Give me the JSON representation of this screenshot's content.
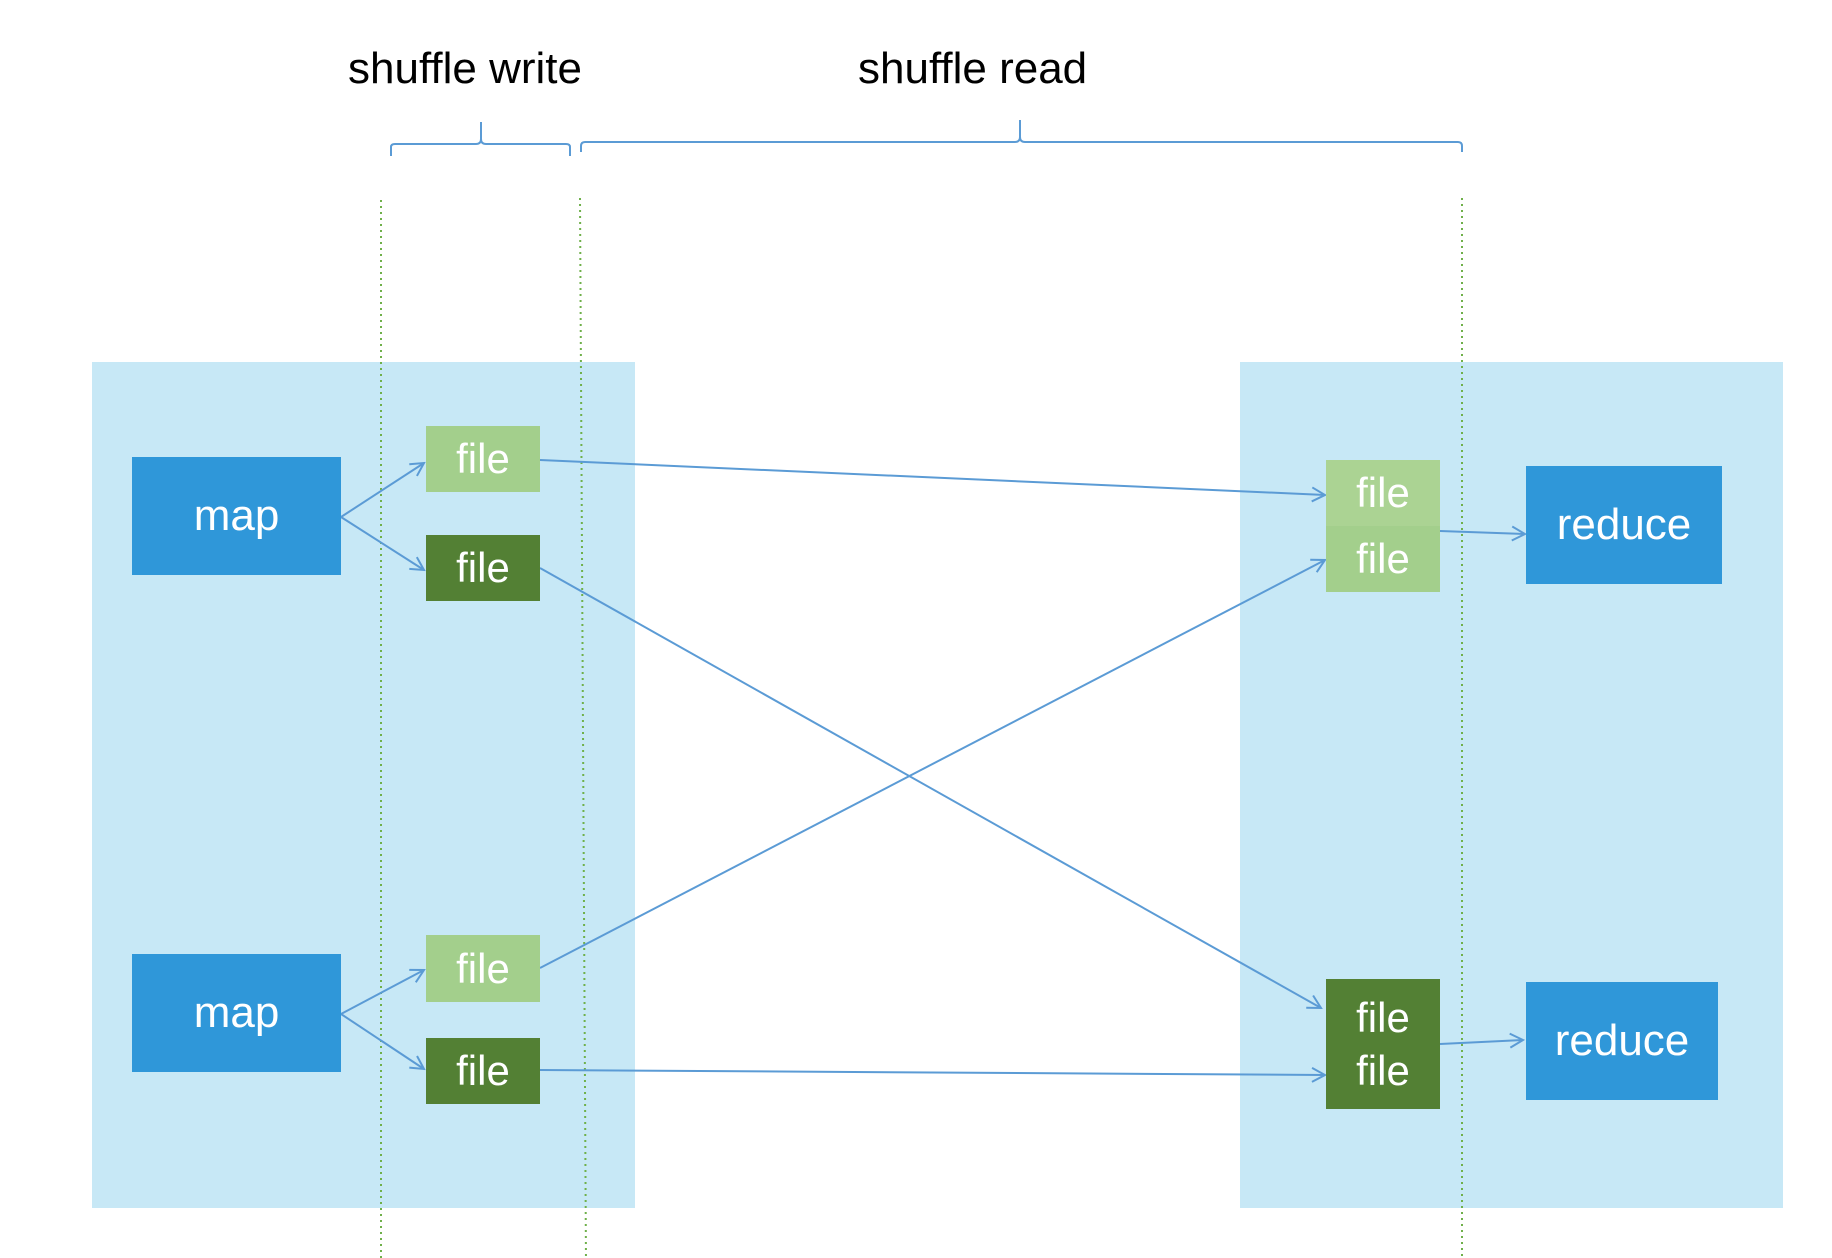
{
  "phases": {
    "write_label": "shuffle write",
    "read_label": "shuffle read"
  },
  "map_tasks": [
    {
      "label": "map",
      "files": [
        "file",
        "file"
      ]
    },
    {
      "label": "map",
      "files": [
        "file",
        "file"
      ]
    }
  ],
  "reduce_tasks": [
    {
      "label": "reduce",
      "files": [
        "file",
        "file"
      ]
    },
    {
      "label": "reduce",
      "files": [
        "file",
        "file"
      ]
    }
  ],
  "colors": {
    "panel": "#c7e8f6",
    "task": "#2f97d9",
    "file_light": "#a3cf8c",
    "file_dark": "#538034",
    "arrow": "#5b9bd5",
    "divider": "#6fb04a"
  }
}
